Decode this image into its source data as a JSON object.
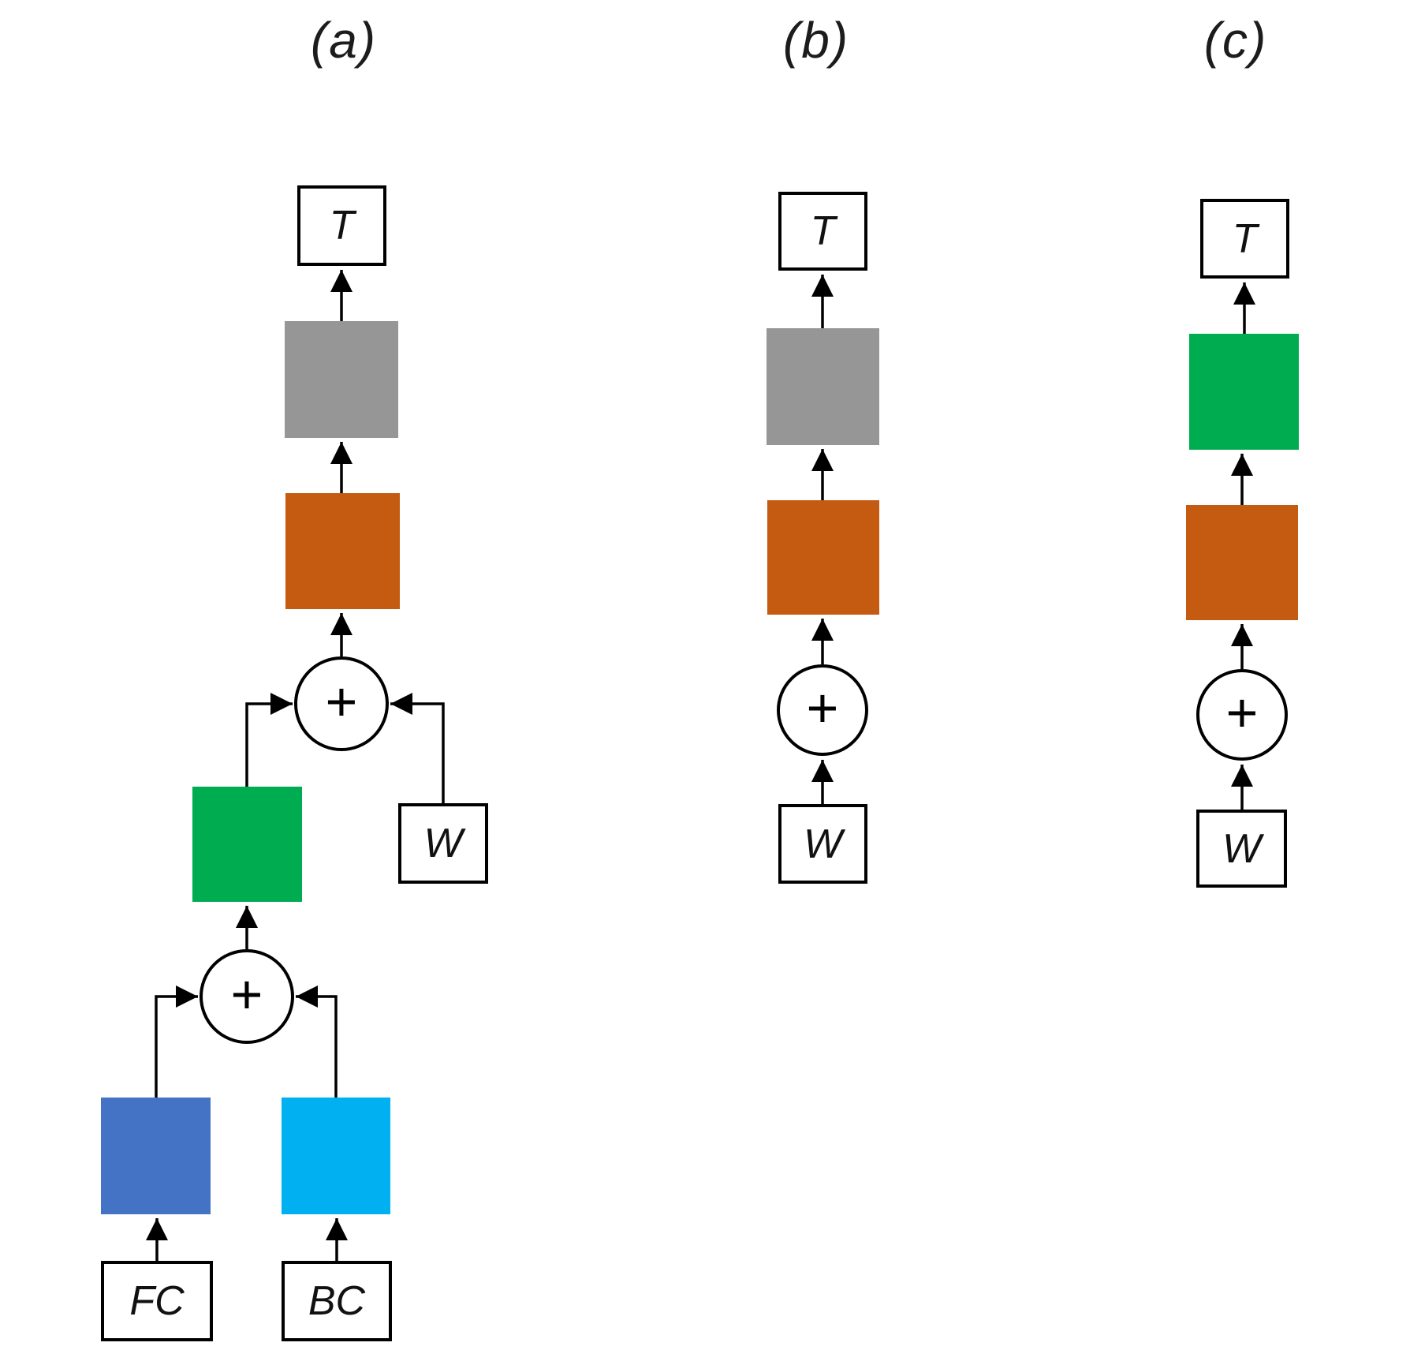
{
  "diagram": {
    "colors": {
      "gray": "#969696",
      "orange": "#C55A11",
      "green": "#00AC50",
      "blue": "#4472C4",
      "cyan": "#00B0F0",
      "line": "#000000",
      "background": "#FFFFFF"
    },
    "panels": [
      {
        "label": "(a)",
        "nodes": {
          "t": "T",
          "w": "W",
          "fc": "FC",
          "bc": "BC",
          "plus_upper": "+",
          "plus_lower": "+"
        }
      },
      {
        "label": "(b)",
        "nodes": {
          "t": "T",
          "w": "W",
          "plus": "+"
        }
      },
      {
        "label": "(c)",
        "nodes": {
          "t": "T",
          "w": "W",
          "plus": "+"
        }
      }
    ]
  }
}
